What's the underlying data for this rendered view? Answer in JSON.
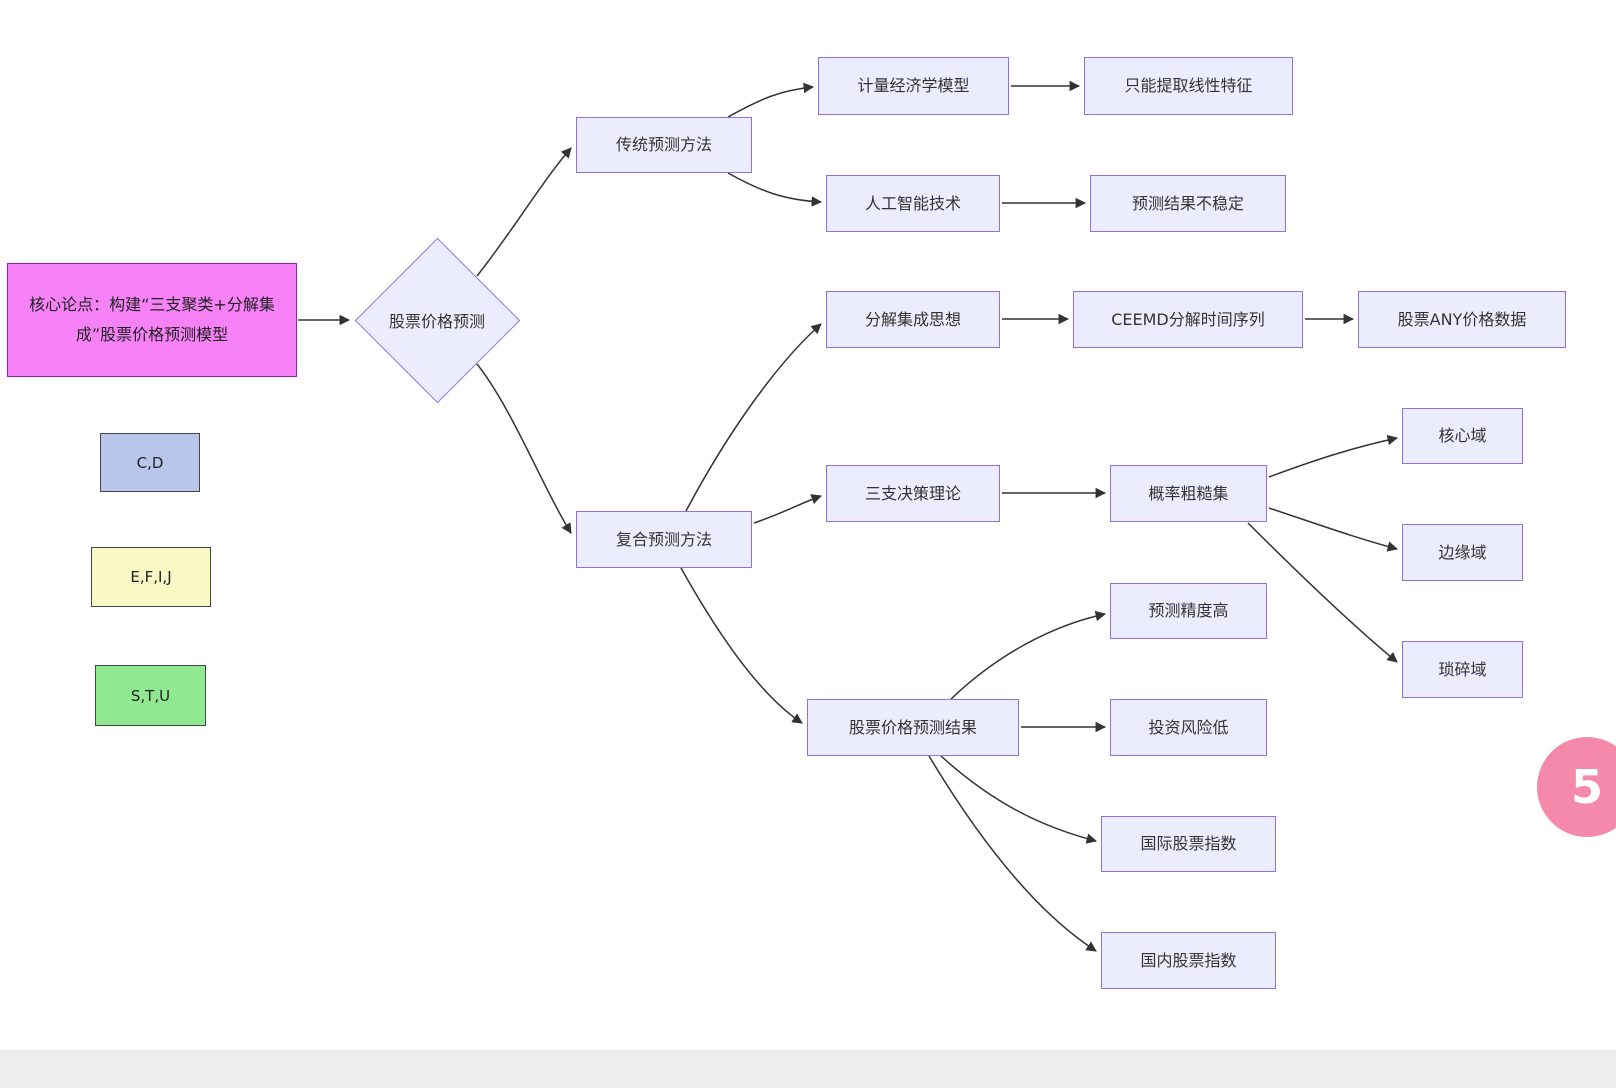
{
  "root": {
    "label": "核心论点：构建“三支聚类+分解集成”股票价格预测模型"
  },
  "diamond": {
    "label": "股票价格预测"
  },
  "nodes": {
    "trad": "传统预测方法",
    "econ": "计量经济学模型",
    "linear": "只能提取线性特征",
    "ai": "人工智能技术",
    "unstable": "预测结果不稳定",
    "composite": "复合预测方法",
    "decomp": "分解集成思想",
    "ceemd": "CEEMD分解时间序列",
    "anydata": "股票ANY价格数据",
    "threeway": "三支决策理论",
    "roughset": "概率粗糙集",
    "core": "核心域",
    "edge": "边缘域",
    "trivial": "琐碎域",
    "accuracy": "预测精度高",
    "result": "股票价格预测结果",
    "lowrisk": "投资风险低",
    "intl": "国际股票指数",
    "domestic": "国内股票指数"
  },
  "legend": [
    {
      "label": "C,D",
      "color": "#b7c6ea"
    },
    {
      "label": "E,F,I,J",
      "color": "#f9f9c6"
    },
    {
      "label": "S,T,U",
      "color": "#90e890"
    }
  ],
  "badge": {
    "label": "5",
    "color": "#f0628f"
  },
  "colors": {
    "node_fill": "#ececff",
    "node_border": "#9370db",
    "root_fill": "#f782f7",
    "root_border": "#a21ca2",
    "edge_stroke": "#333333",
    "legend_border": "#454545"
  }
}
